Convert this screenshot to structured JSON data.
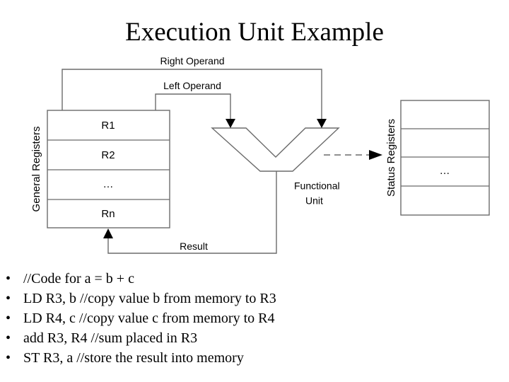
{
  "slide": {
    "title": "Execution Unit Example",
    "background_color": "#ffffff",
    "line_color": "#6b6b6b",
    "text_color": "#000000"
  },
  "diagram": {
    "general_registers": {
      "side_label": "General Registers",
      "cells": [
        "R1",
        "R2",
        "…",
        "Rn"
      ]
    },
    "status_registers": {
      "side_label": "Status Registers",
      "cells": [
        "",
        "",
        "…",
        ""
      ]
    },
    "functional_unit": {
      "label_line1": "Functional",
      "label_line2": "Unit"
    },
    "wires": {
      "right_operand": "Right Operand",
      "left_operand": "Left Operand",
      "result": "Result"
    }
  },
  "bullets": [
    {
      "marker": "•",
      "text": "//Code for a = b + c"
    },
    {
      "marker": "•",
      "text": "LD R3, b //copy value b from memory to R3"
    },
    {
      "marker": "•",
      "text": "LD R4, c //copy value c from memory to R4"
    },
    {
      "marker": "•",
      "text": "add R3, R4 //sum placed in R3"
    },
    {
      "marker": "•",
      "text": "ST R3, a //store the result into memory"
    }
  ]
}
